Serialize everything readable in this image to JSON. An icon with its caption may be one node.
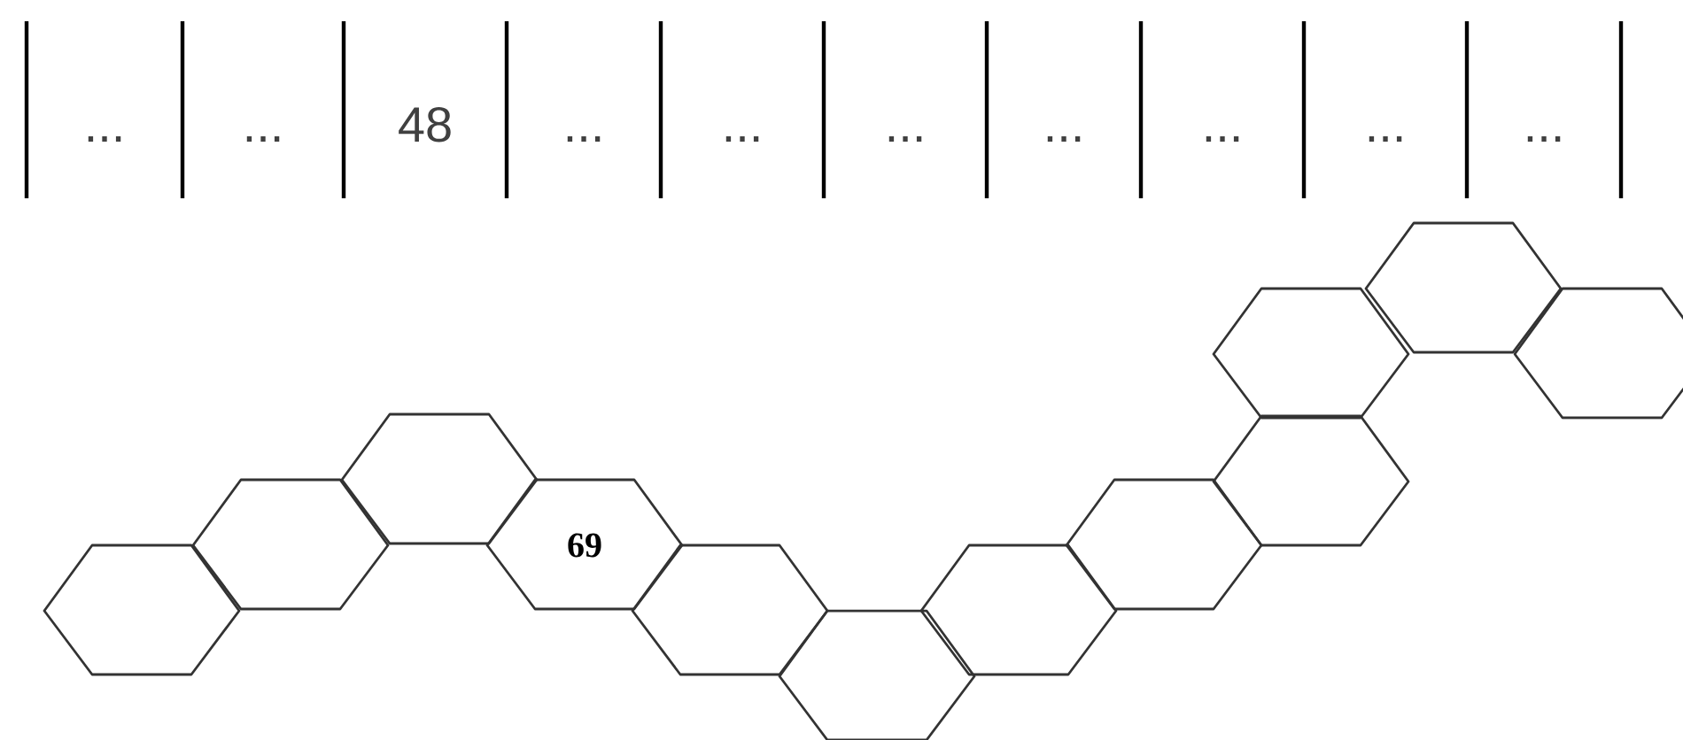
{
  "diagram": {
    "nodes": [
      {
        "text": [],
        "shape": "hexagon"
      },
      {
        "text": [],
        "shape": "hexagon"
      },
      {
        "text": [],
        "shape": "hexagon"
      },
      {
        "text": [
          "69"
        ]
      },
      {
        "text": [],
        "shape": "hexagon"
      },
      {
        "text": [],
        "shape": "hexagon"
      },
      {
        "text": [],
        "shape": "hexagon"
      },
      {
        "text": [],
        "shape": "hexagon"
      },
      {
        "text": [],
        "shape": "hexagon"
      },
      {
        "text": [],
        "shape": "hexagon"
      },
      {
        "text": [],
        "shape": "hexagon"
      },
      {
        "text": [],
        "shape": "hexagon"
      }
    ],
    "labels": [
      "...",
      "...",
      "48",
      "...",
      "...",
      "...",
      "...",
      "...",
      "...",
      "..."
    ]
  }
}
